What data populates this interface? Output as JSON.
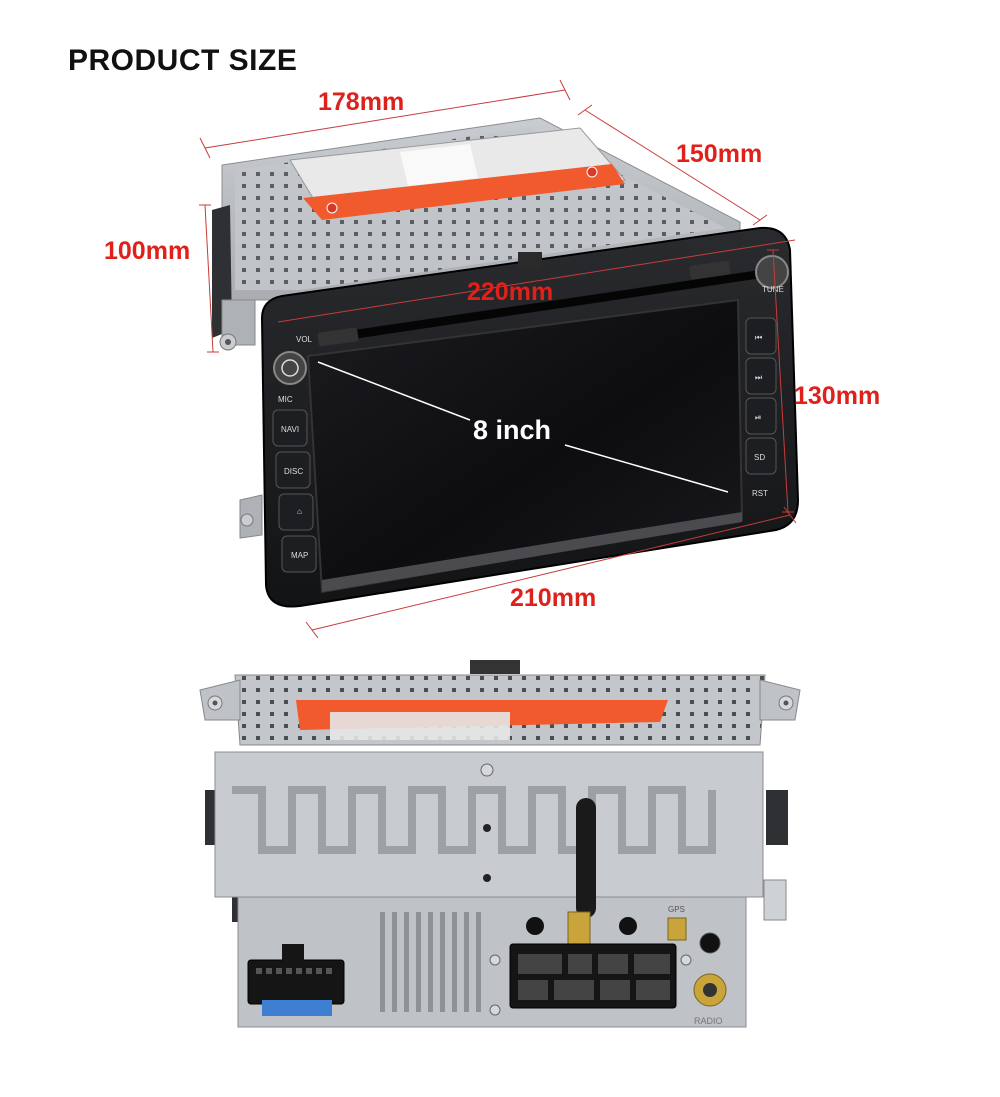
{
  "title": "PRODUCT SIZE",
  "dimensions": {
    "depth_top": "178mm",
    "depth_side": "150mm",
    "height_back": "100mm",
    "width_chassis": "220mm",
    "height_front": "130mm",
    "width_front": "210mm"
  },
  "screen": {
    "size_label": "8 inch"
  },
  "front_buttons": {
    "left": [
      "NAVI",
      "DISC",
      "MAP"
    ],
    "left_top": [
      "MIC",
      "VOL"
    ],
    "right_top": "TUNE",
    "right_bottom": [
      "SD",
      "RST"
    ]
  },
  "rear": {
    "port_label": "RADIO",
    "gps_label": "GPS"
  },
  "colors": {
    "dimension_text": "#e0201b",
    "title_text": "#111111",
    "screen": "#0f0f12",
    "chassis": "#b9bcc0"
  }
}
